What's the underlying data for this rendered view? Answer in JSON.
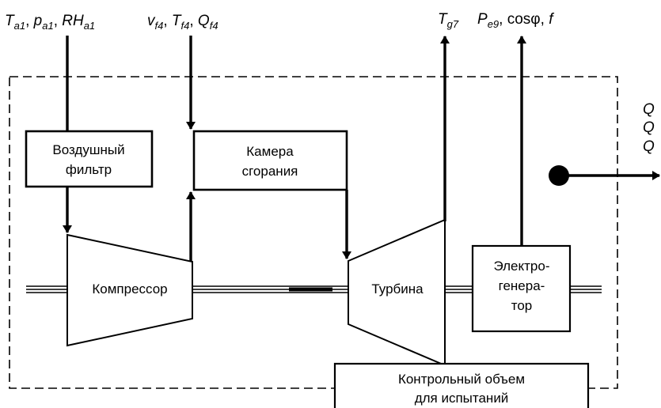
{
  "inputs": {
    "air": {
      "t": "T",
      "t_sub": "a1",
      "p": "p",
      "p_sub": "a1",
      "rh": "RH",
      "rh_sub": "a1"
    },
    "fuel": {
      "v": "v",
      "v_sub": "f4",
      "t": "T",
      "t_sub": "f4",
      "q": "Q",
      "q_sub": "f4"
    }
  },
  "outputs": {
    "gas_temp": {
      "t": "T",
      "t_sub": "g7"
    },
    "electric": {
      "p": "P",
      "p_sub": "e9",
      "cos": "cos",
      "phi": "φ",
      "f": "f"
    },
    "heat_flows": [
      "Q",
      "Q",
      "Q"
    ]
  },
  "blocks": {
    "air_filter": [
      "Воздушный",
      "фильтр"
    ],
    "combustion_chamber": [
      "Камера",
      "сгорания"
    ],
    "compressor": "Компрессор",
    "turbine": "Турбина",
    "generator": [
      "Электро-",
      "генера-",
      "тор"
    ],
    "control_volume": [
      "Контрольный объем",
      "для испытаний"
    ]
  },
  "separators": [
    ", ",
    ", ",
    ", ",
    ", ",
    ", "
  ]
}
